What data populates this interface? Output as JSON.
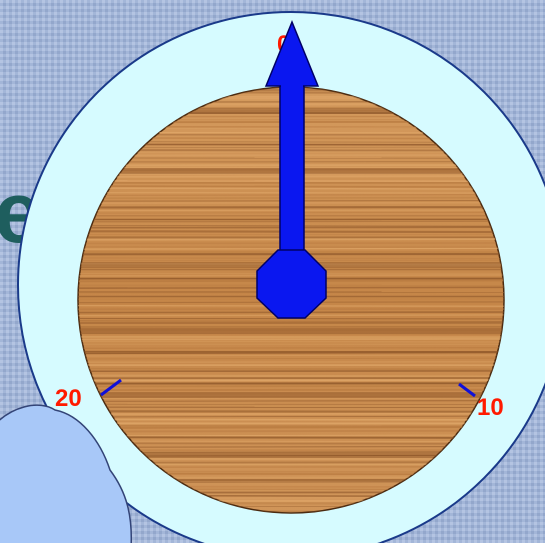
{
  "dial": {
    "tick_labels": [
      "0",
      "10",
      "20"
    ],
    "background_fragment": "e",
    "pointer_value": 0,
    "dial_max": 30
  },
  "colors": {
    "background": "#9db0d3",
    "background_text": "#1e5e5e",
    "outer_ring": "#d6fbff",
    "outer_ring_stroke": "#1a3a8a",
    "wood_face": "#c98a4e",
    "wood_grain_dark": "#8c5528",
    "wood_grain_light": "#e0a86a",
    "pointer": "#0a17f0",
    "pointer_outline": "#000066",
    "tick": "#1010d8",
    "tick_label": "#ff1a00",
    "cloud": "#a8c8f8",
    "cloud_stroke": "#334477"
  },
  "icons": {
    "pointer": "arrow-up-icon",
    "hub": "octagon-hub-icon",
    "cloud": "thought-cloud-icon"
  }
}
